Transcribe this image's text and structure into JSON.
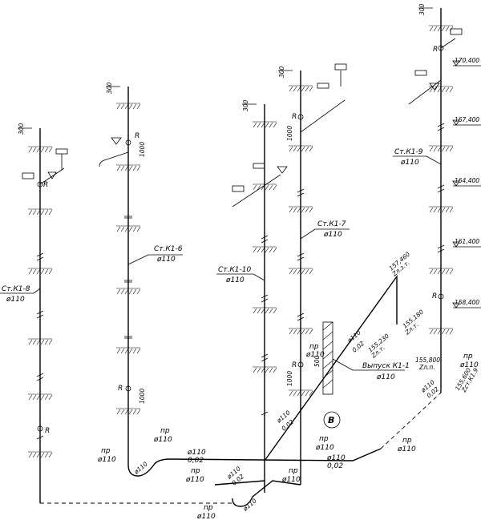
{
  "risers": [
    {
      "name": "Ст.К1-8",
      "diameter": "ø110",
      "top_dim": "300"
    },
    {
      "name": "Ст.К1-6",
      "diameter": "ø110",
      "top_dim": "300",
      "dim_1000_a": "1000",
      "dim_1000_b": "1000"
    },
    {
      "name": "Ст.К1-10",
      "diameter": "ø110",
      "top_dim": "300"
    },
    {
      "name": "Ст.К1-7",
      "diameter": "ø110",
      "top_dim": "300",
      "dim_1000_a": "1000",
      "dim_1000_b": "1000"
    },
    {
      "name": "Ст.К1-9",
      "diameter": "ø110",
      "top_dim": "300"
    }
  ],
  "elevations": [
    "170,400",
    "167,400",
    "164,400",
    "161,400",
    "158,400"
  ],
  "revision_letter": "R",
  "outlet": {
    "name": "Выпуск К1-1",
    "diameter": "ø110"
  },
  "section_mark": "В",
  "annotations": {
    "elev_top": "157,460",
    "elev_top_sub": "Zл.з.т.",
    "elev_mid": "155,180",
    "elev_mid_sub": "Zл.т.",
    "elev_low": "155,230",
    "elev_low_sub": "Zл.т.",
    "elev_right": "155,800",
    "elev_right_sub": "Zл.п.",
    "elev_right2": "155,600",
    "elev_right2_sub": "Zст.К1.9",
    "slope_002": "0,02",
    "dim_500": "500",
    "pipe_d": "ø110",
    "pr": "пр"
  }
}
